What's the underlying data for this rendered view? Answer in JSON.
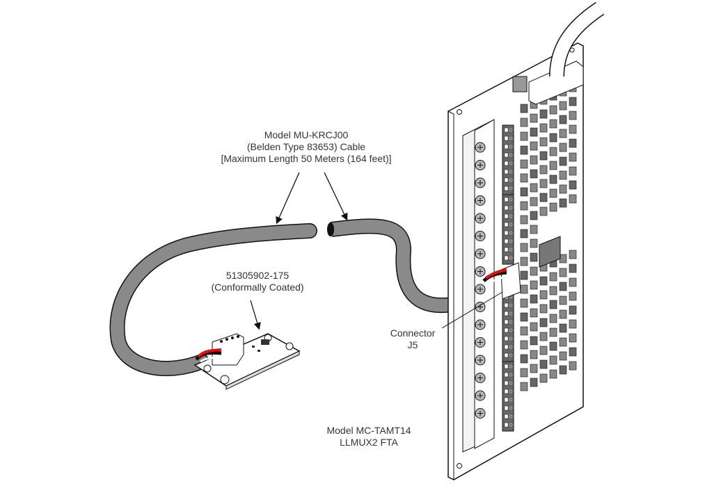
{
  "diagram": {
    "cable_label": {
      "line1": "Model MU-KRCJ00",
      "line2": "(Belden Type 83653) Cable",
      "line3": "[Maximum Length 50 Meters (164 feet)]"
    },
    "remote_board_label": {
      "line1": "51305902-175",
      "line2": "(Conformally Coated)"
    },
    "connector_label": {
      "line1": "Connector",
      "line2": "J5"
    },
    "fta_label": {
      "line1": "Model MC-TAMT14",
      "line2": "LLMUX2 FTA"
    },
    "colors": {
      "cable": "#8a8a8a",
      "board_outline": "#000000",
      "component": "#7a7a7a",
      "wire_red": "#e01010",
      "wire_white": "#ffffff",
      "wire_black": "#111111"
    }
  }
}
